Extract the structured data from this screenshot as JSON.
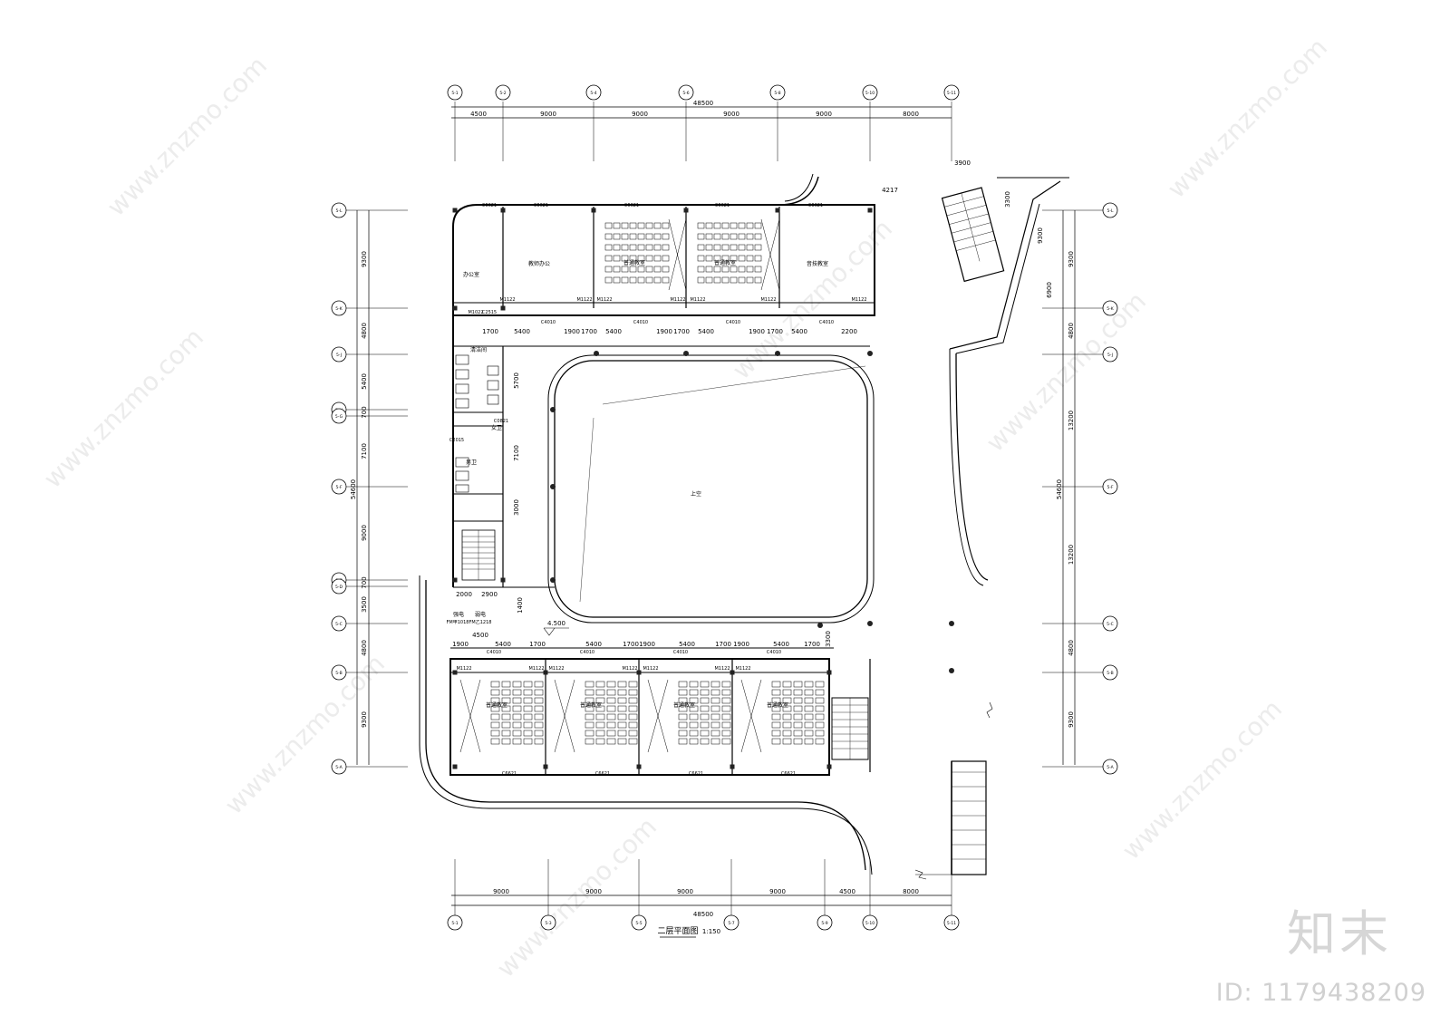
{
  "drawing": {
    "title": "二层平面图",
    "scale": "1:150",
    "total_width": "48500",
    "total_depth": "54600",
    "level": "4.500",
    "courtyard_label": "上空"
  },
  "axes": {
    "top": [
      "5-1",
      "5-2",
      "5-4",
      "5-6",
      "5-8",
      "5-10",
      "5-11"
    ],
    "bottom": [
      "5-1",
      "5-3",
      "5-5",
      "5-7",
      "5-9",
      "5-10",
      "5-11"
    ],
    "left": [
      "5-L",
      "5-K",
      "5-J",
      "5-H",
      "5-G",
      "5-F",
      "5-E",
      "5-D",
      "5-C",
      "5-B",
      "5-A"
    ],
    "right": [
      "5-L",
      "5-K",
      "5-J",
      "5-F",
      "5-C",
      "5-B",
      "5-A"
    ]
  },
  "dimensions": {
    "top": [
      "4500",
      "9000",
      "9000",
      "9000",
      "9000",
      "8000"
    ],
    "bottom": [
      "9000",
      "9000",
      "9000",
      "9000",
      "4500",
      "8000"
    ],
    "left": [
      "9300",
      "4800",
      "5400",
      "700",
      "7100",
      "9000",
      "700",
      "3500",
      "4800",
      "9300"
    ],
    "right": [
      "9300",
      "4800",
      "13200",
      "13200",
      "4800",
      "9300"
    ],
    "north_row": [
      "1700",
      "5400",
      "1900",
      "1700",
      "5400",
      "1900",
      "1700",
      "5400",
      "1900",
      "1700",
      "5400",
      "2200"
    ],
    "south_row": [
      "1900",
      "5400",
      "1700",
      "5400",
      "1700",
      "1900",
      "5400",
      "1700",
      "1900",
      "5400",
      "1700"
    ],
    "inner": [
      "5700",
      "7100",
      "3000",
      "2000",
      "2900",
      "1400",
      "4500",
      "3300",
      "4217",
      "3900",
      "3300",
      "9300",
      "6900"
    ]
  },
  "rooms": {
    "office": "办公室",
    "teacher_office": "教师办公",
    "classroom": "普通教室",
    "special_classroom": "音技教室",
    "toilet_f": "女卫",
    "toilet_m": "男卫",
    "storage": "清洁间",
    "elec1": "强电",
    "elec2": "弱电"
  },
  "tags": {
    "window_ext": "C6621",
    "window_corr": "C4010",
    "door": "M1122",
    "door_small": "M1022",
    "window_small": "C2515",
    "fm1": "FM甲1018",
    "fm2": "FM乙1218",
    "w1": "C0821",
    "w2": "C2015"
  },
  "watermark": {
    "brand": "知末",
    "id": "ID: 1179438209",
    "site": "www.znzmo.com"
  }
}
